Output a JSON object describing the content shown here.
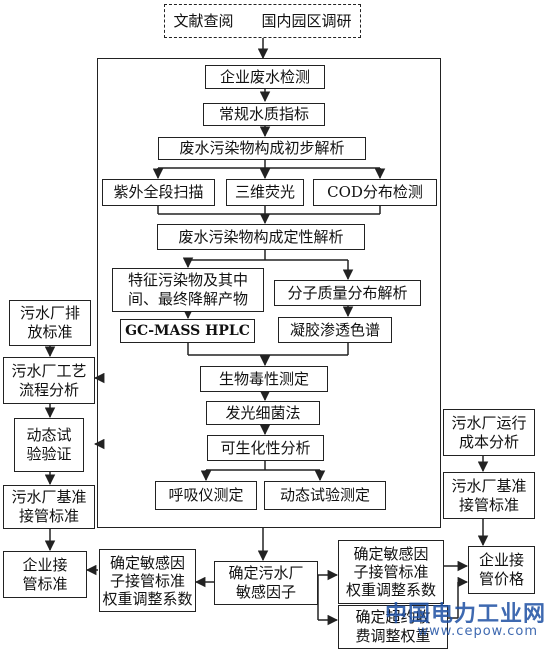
{
  "top": {
    "left": "文献查阅",
    "right": "国内园区调研"
  },
  "main_flow": {
    "enterprise_test": "企业废水检测",
    "routine": "常规水质指标",
    "preliminary": "废水污染物构成初步解析",
    "uv": "紫外全段扫描",
    "fluorescence": "三维荧光",
    "cod": "COD分布检测",
    "qualitative": "废水污染物构成定性解析",
    "feature": "特征污染物及其中\n间、最终降解产物",
    "mw": "分子质量分布解析",
    "gcms": "GC-MASS  HPLC",
    "gel": "凝胶渗透色谱",
    "toxicity": "生物毒性测定",
    "luminous": "发光细菌法",
    "biodeg": "可生化性分析",
    "respirometer": "呼吸仪测定",
    "dynamic_test": "动态试验测定"
  },
  "left_column": {
    "discharge_std": "污水厂排\n放标准",
    "process_analysis": "污水厂工艺\n流程分析",
    "dynamic_verify": "动态试\n验验证",
    "baseline": "污水厂基准\n接管标准",
    "enterprise_std": "企业接\n管标准"
  },
  "right_column": {
    "cost_analysis": "污水厂运行\n成本分析",
    "baseline": "污水厂基准\n接管标准",
    "enterprise_price": "企业接\n管价格"
  },
  "bottom_row": {
    "left_coef": "确定敏感因\n子接管标准\n权重调整系数",
    "sensitive": "确定污水厂\n敏感因子",
    "right_coef": "确定敏感因\n子接管标准\n权重调整系数",
    "fee_coef": "确定超约收\n费调整权重"
  },
  "watermark": {
    "name": "中国电力工业网",
    "url": "www.cepow.com"
  }
}
